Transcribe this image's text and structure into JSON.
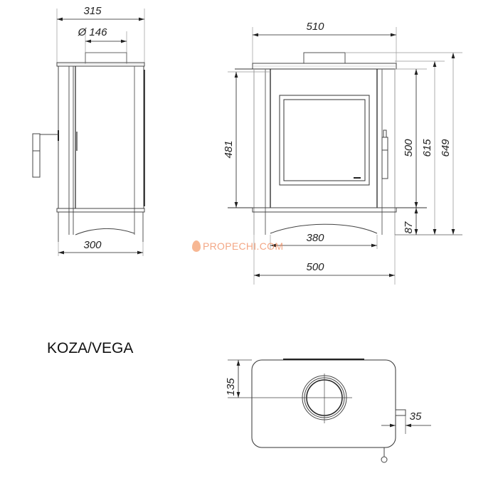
{
  "title": "KOZA/VEGA",
  "watermark": "PROPECHI.COM",
  "colors": {
    "line": "#222222",
    "thin": "#888888",
    "watermark": "#f08a5d"
  },
  "side_view": {
    "dimensions": {
      "top_width": "315",
      "flue_diameter": "Ø 146",
      "base_width": "300"
    }
  },
  "front_view": {
    "dimensions": {
      "top_width": "510",
      "door_height": "481",
      "body_height": "500",
      "height_to_top": "615",
      "total_height": "649",
      "leg_height": "87",
      "base_inner_width": "380",
      "base_width": "500"
    }
  },
  "top_view": {
    "dimensions": {
      "flue_offset": "135",
      "handle_offset": "35"
    }
  }
}
